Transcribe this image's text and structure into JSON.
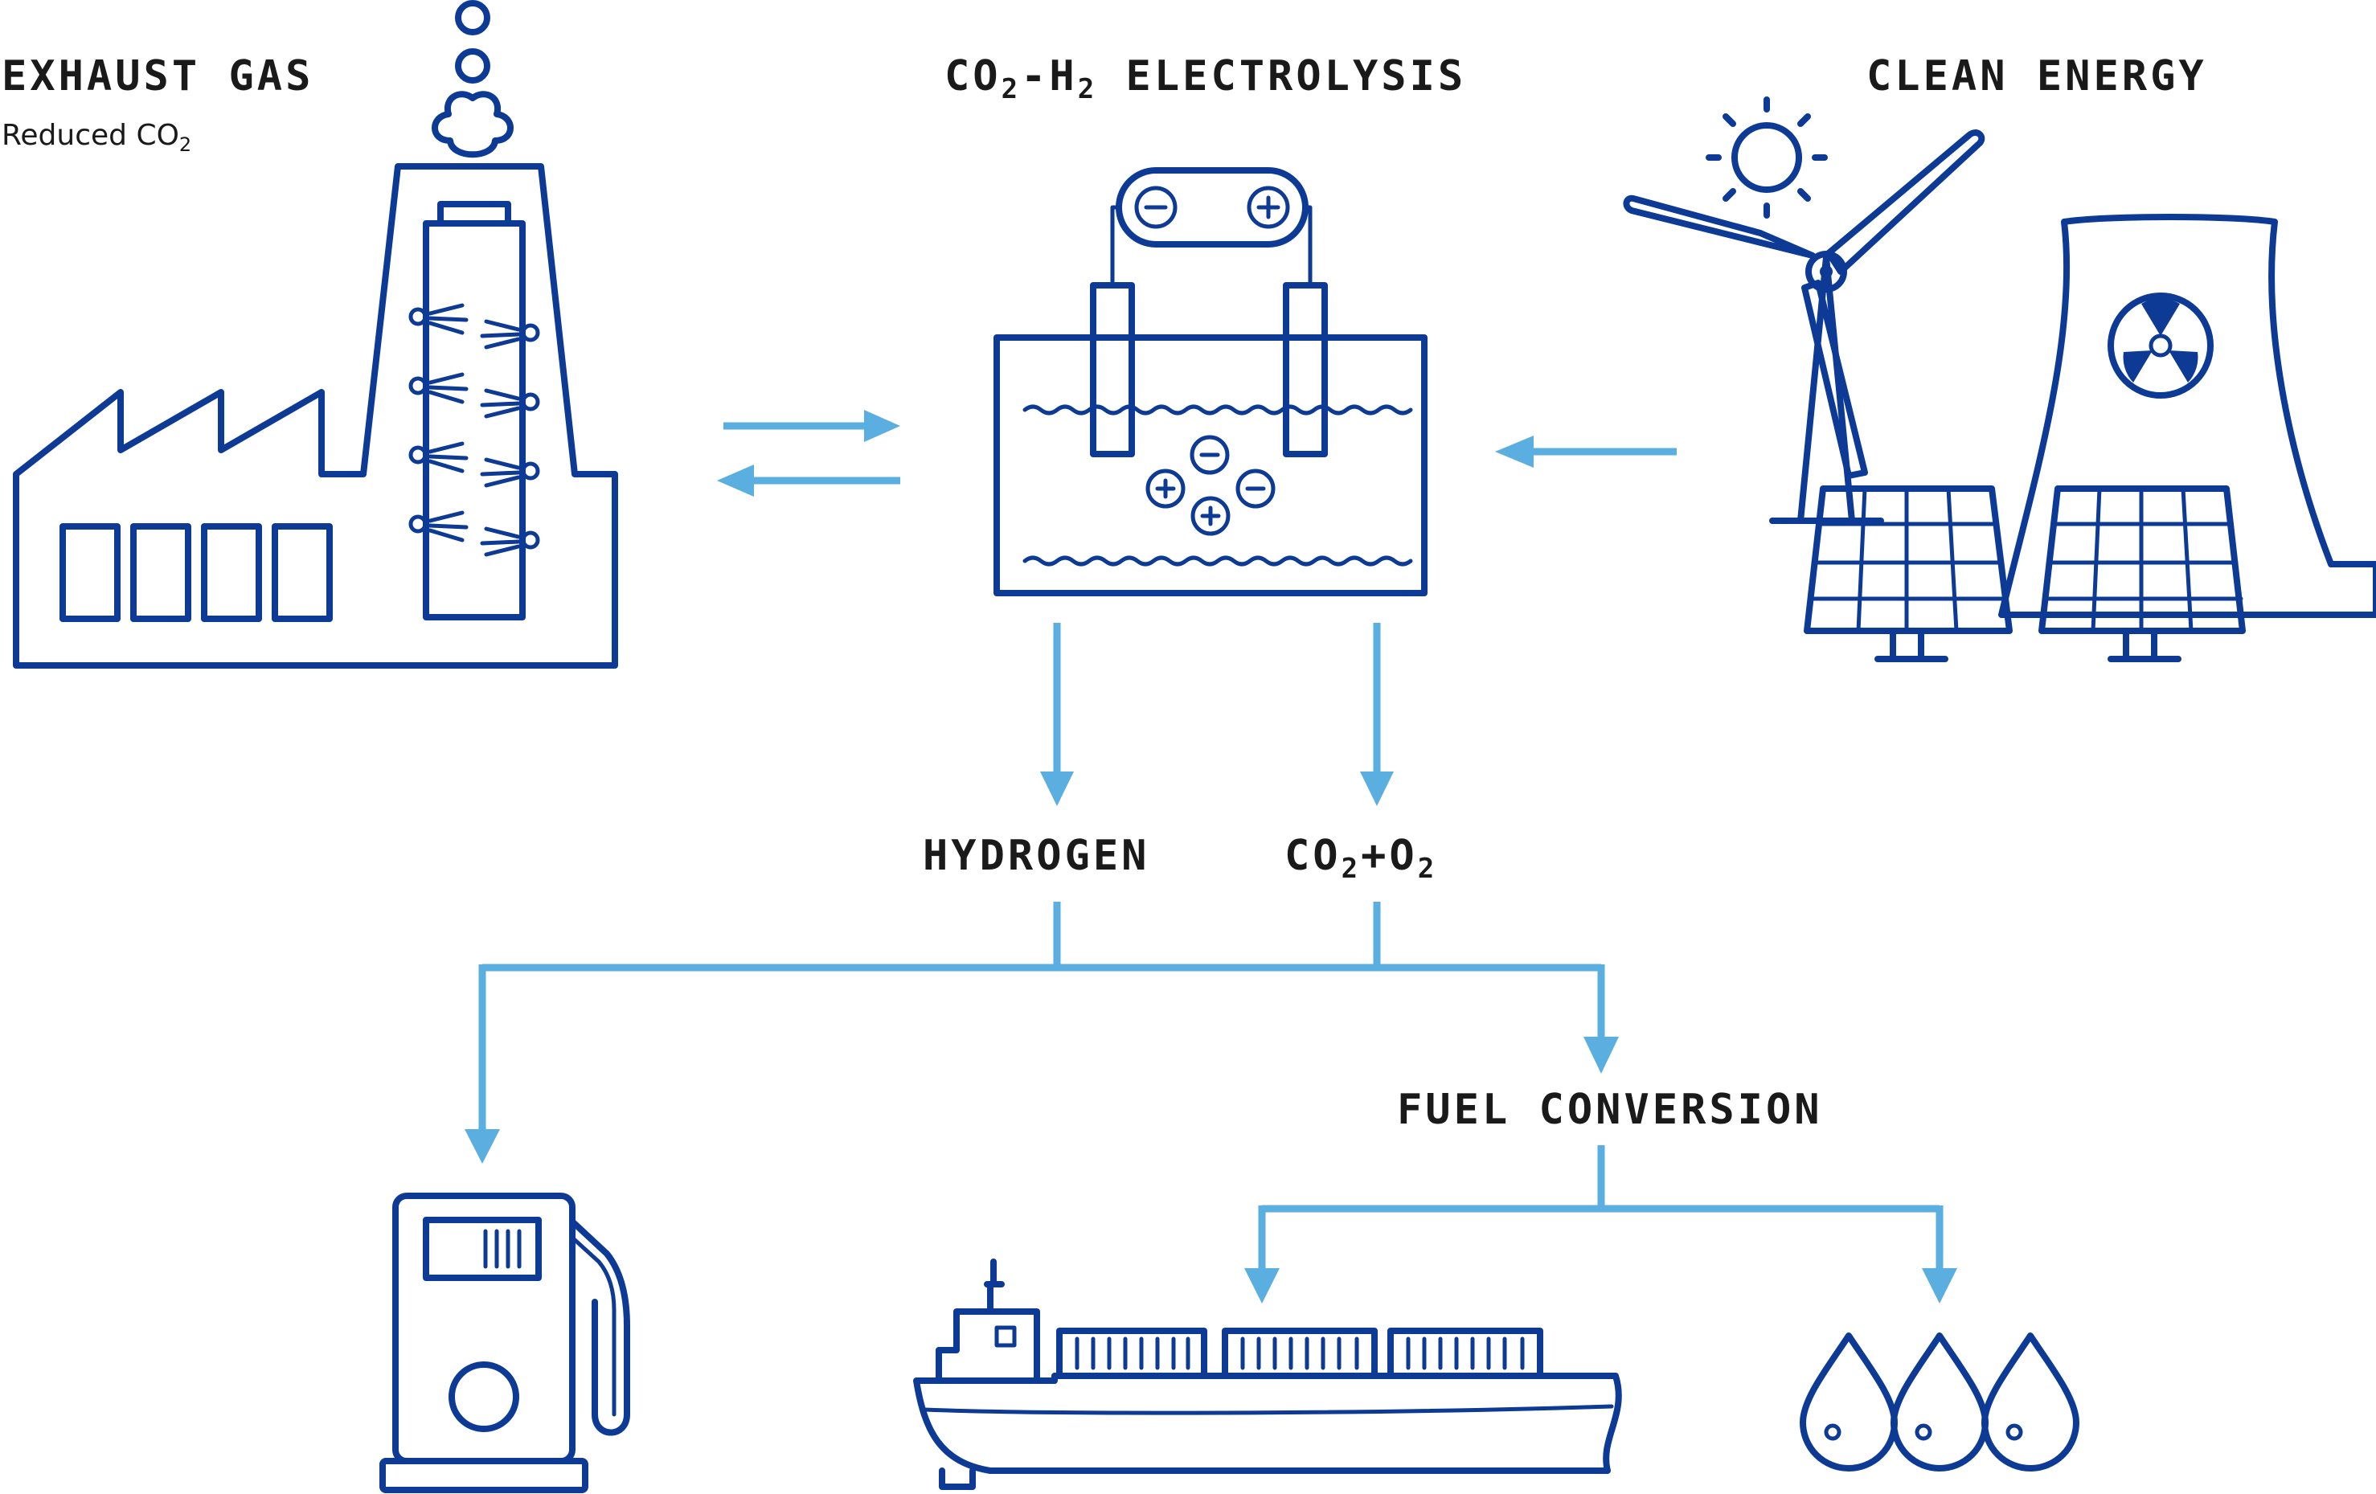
{
  "labels": {
    "exhaust_gas": "EXHAUST GAS",
    "exhaust_sub_prefix": "Reduced CO",
    "exhaust_sub_sub": "2",
    "electrolysis_a": "CO",
    "electrolysis_a_sub": "2",
    "electrolysis_b": "-H",
    "electrolysis_b_sub": "2",
    "electrolysis_c": " ELECTROLYSIS",
    "clean_energy": "CLEAN ENERGY",
    "hydrogen": "HYDROGEN",
    "co2o2_a": "CO",
    "co2o2_a_sub": "2",
    "co2o2_b": "+O",
    "co2o2_b_sub": "2",
    "fuel_conversion": "FUEL CONVERSION"
  },
  "colors": {
    "dark_blue": "#0d3a94",
    "light_blue": "#5aaee0",
    "text": "#1a1a1a"
  },
  "icons": [
    "factory-icon",
    "electrolysis-cell-icon",
    "sun-icon",
    "wind-turbine-icon",
    "nuclear-cooling-tower-icon",
    "solar-panel-icon",
    "fuel-pump-icon",
    "container-ship-icon",
    "fuel-drops-icon"
  ]
}
